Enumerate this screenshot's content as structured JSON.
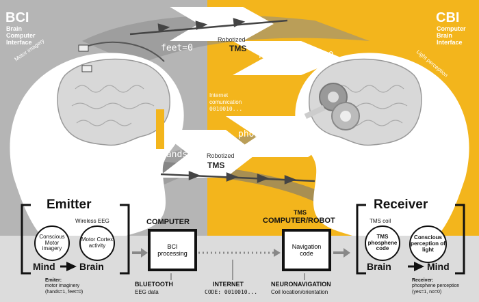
{
  "left_header": {
    "title": "BCI",
    "subtitle_lines": [
      "Brain",
      "Computer",
      "Interface"
    ]
  },
  "right_header": {
    "title": "CBI",
    "subtitle_lines": [
      "Computer",
      "Brain",
      "Interface"
    ]
  },
  "side_labels": {
    "motor": "Motor imagery",
    "light": "Light perception"
  },
  "flow_top": {
    "left_value": "feet=0",
    "robot_line1": "Robotized",
    "robot_line2": "TMS",
    "right_value": "no phosphene=0"
  },
  "flow_bottom": {
    "left_value": "hands=1",
    "robot_line1": "Robotized",
    "robot_line2": "TMS",
    "right_value": "phosphene=1"
  },
  "internet_note": {
    "line1": "Internet",
    "line2": "comunication",
    "line3": "0010010..."
  },
  "emitter": {
    "title": "Emitter",
    "eeg_label": "Wireless EEG",
    "circle1": "Conscious Motor imagery",
    "circle2": "Motor Cortex activity",
    "mind": "Mind",
    "brain": "Brain",
    "caption_title": "Emiter:",
    "caption_line1": "motor imaginery",
    "caption_line2": "(hands=1, feet=0)"
  },
  "computer": {
    "title": "COMPUTER",
    "box_line1": "BCI",
    "box_line2": "processing",
    "bottom_title": "BLUETOOTH",
    "bottom_sub": "EEG data"
  },
  "internet": {
    "title": "INTERNET",
    "sub": "CODE: 0010010..."
  },
  "tms": {
    "title_line1": "TMS",
    "title_line2": "COMPUTER/ROBOT",
    "box_line1": "Navigation",
    "box_line2": "code",
    "bottom_title": "NEURONAVIGATION",
    "bottom_sub": "Coil location/orientation"
  },
  "receiver": {
    "title": "Receiver",
    "coil_label": "TMS coil",
    "circle1": "TMS phosphene code",
    "circle2": "Conscious perception of light",
    "brain": "Brain",
    "mind": "Mind",
    "caption_title": "Receiver:",
    "caption_line1": "phosphene perception",
    "caption_line2": "(yes=1, no=0)"
  },
  "colors": {
    "left_bg": "#b5b5b5",
    "right_bg": "#f3b51c",
    "bottom_band": "#dcdcdc",
    "ink": "#111111",
    "white": "#ffffff"
  }
}
